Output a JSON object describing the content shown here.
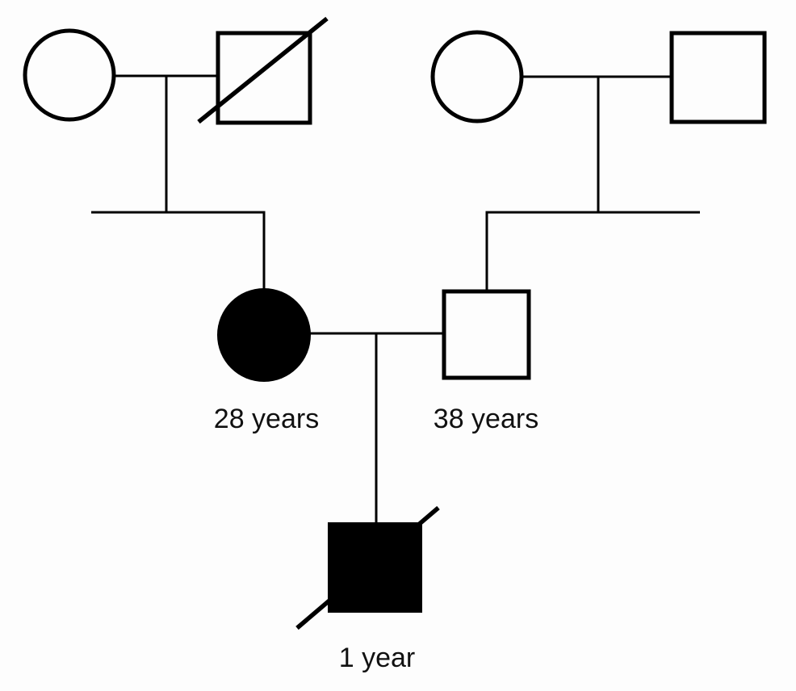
{
  "diagram": {
    "type": "pedigree-chart",
    "labels": {
      "mother_age": "28 years",
      "father_age": "38 years",
      "child_age": "1 year"
    },
    "individuals": [
      {
        "name": "grandmother-left",
        "generation": "I",
        "symbol": "open-circle",
        "meaning": "unaffected female"
      },
      {
        "name": "grandfather-left",
        "generation": "I",
        "symbol": "open-square-slashed",
        "meaning": "unaffected male, deceased"
      },
      {
        "name": "grandmother-right",
        "generation": "I",
        "symbol": "open-circle",
        "meaning": "unaffected female"
      },
      {
        "name": "grandfather-right",
        "generation": "I",
        "symbol": "open-square",
        "meaning": "unaffected male"
      },
      {
        "name": "mother",
        "generation": "II",
        "symbol": "filled-circle",
        "meaning": "affected female",
        "label": "28 years"
      },
      {
        "name": "father",
        "generation": "II",
        "symbol": "open-square",
        "meaning": "unaffected male",
        "label": "38 years"
      },
      {
        "name": "child",
        "generation": "III",
        "symbol": "filled-square-slashed",
        "meaning": "affected male, deceased",
        "label": "1 year"
      }
    ],
    "colors": {
      "background": "#fdfdfd",
      "line": "#000000",
      "affected_fill": "#000000",
      "unaffected_fill": "#fdfdfd",
      "text": "#111111"
    }
  }
}
